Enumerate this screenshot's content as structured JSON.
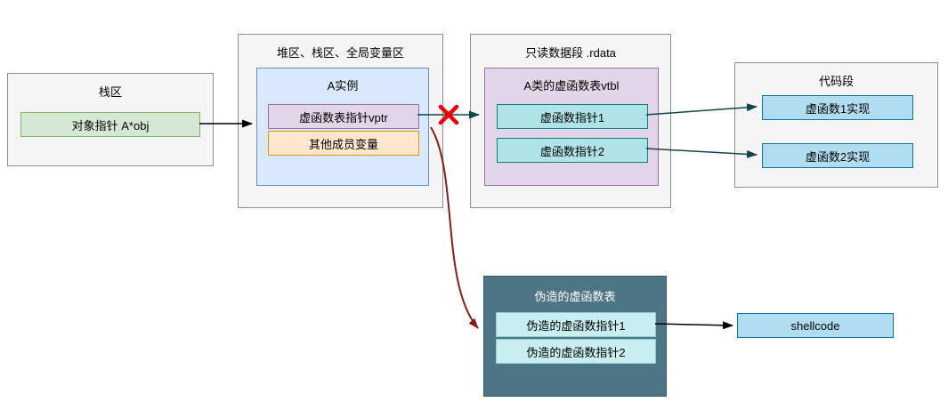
{
  "diagram": {
    "stack": {
      "title": "栈区",
      "obj": "对象指针 A*obj"
    },
    "memory": {
      "title": "堆区、栈区、全局变量区",
      "instance": {
        "title": "A实例",
        "vptr": "虚函数表指针vptr",
        "members": "其他成员变量"
      }
    },
    "rdata": {
      "title": "只读数据段 .rdata",
      "vtbl": {
        "title": "A类的虚函数表vtbl",
        "fptr1": "虚函数指针1",
        "fptr2": "虚函数指针2"
      }
    },
    "code": {
      "title": "代码段",
      "impl1": "虚函数1实现",
      "impl2": "虚函数2实现"
    },
    "fake": {
      "title": "伪造的虚函数表",
      "fptr1": "伪造的虚函数指针1",
      "fptr2": "伪造的虚函数指针2"
    },
    "shellcode": "shellcode"
  },
  "colors": {
    "region_bg": "#f5f5f5",
    "instance_bg": "#dae8fc",
    "vtbl_bg": "#e1d5e7",
    "obj_green": "#d5e8d4",
    "vptr_lavender": "#e1d5e7",
    "members_orange": "#ffe6cc",
    "fptr_teal": "#b0e3e6",
    "impl_blue": "#b1ddf0",
    "fake_panel": "#4d7586",
    "arrow_black": "#000000",
    "arrow_teal": "#10454f",
    "arrow_hijack_red": "#8b1a1a",
    "cross_red": "#f00000"
  }
}
